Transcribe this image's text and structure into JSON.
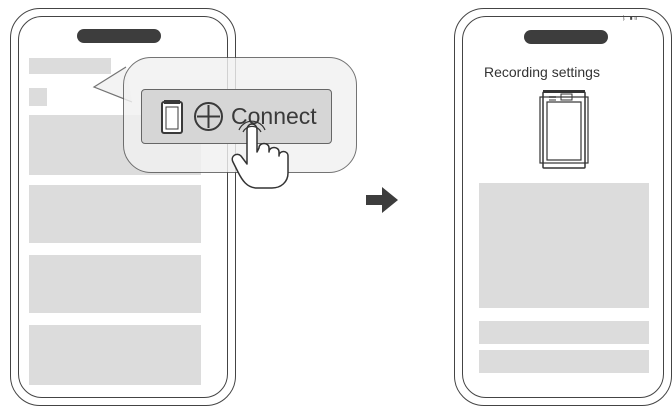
{
  "left_phone": {
    "notch_icon": "speaker-notch"
  },
  "popup": {
    "connect_label": "Connect",
    "device_icon": "recorder-device-icon",
    "plus_icon": "circle-plus-icon",
    "pointer_icon": "tapping-hand-icon"
  },
  "transition": {
    "arrow_icon": "right-arrow-icon"
  },
  "right_phone": {
    "status_text": "ᛒ ▮▯",
    "title": "Recording settings",
    "device_icon": "recorder-device-icon"
  },
  "colors": {
    "placeholder": "#dcdcdc",
    "outline": "#444444",
    "accent_dark": "#3d3d3d"
  }
}
